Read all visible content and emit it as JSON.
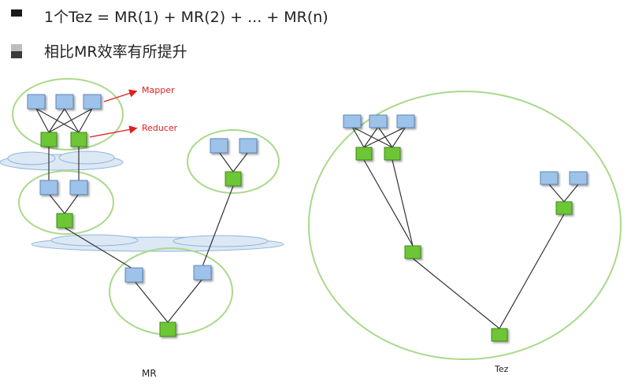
{
  "bullets": [
    {
      "text": "1个Tez = MR(1) + MR(2) + ... + MR(n)",
      "marker_top": "#1a1a1a",
      "marker_bottom": "#ffffff"
    },
    {
      "text": "相比MR效率有所提升",
      "marker_top": "#bdbdbd",
      "marker_bottom": "#3a3a3a"
    }
  ],
  "diagram": {
    "mapper_label": "Mapper",
    "reducer_label": "Reducer",
    "mr_caption": "MR",
    "tez_caption": "Tez",
    "colors": {
      "mapper_box": "#9ec3ea",
      "reducer_box": "#6cc634",
      "group_circle": "#a9d98a",
      "cloud_fill": "#dce8f4",
      "cloud_stroke": "#8fb5dc",
      "annotation": "#e02020"
    }
  }
}
